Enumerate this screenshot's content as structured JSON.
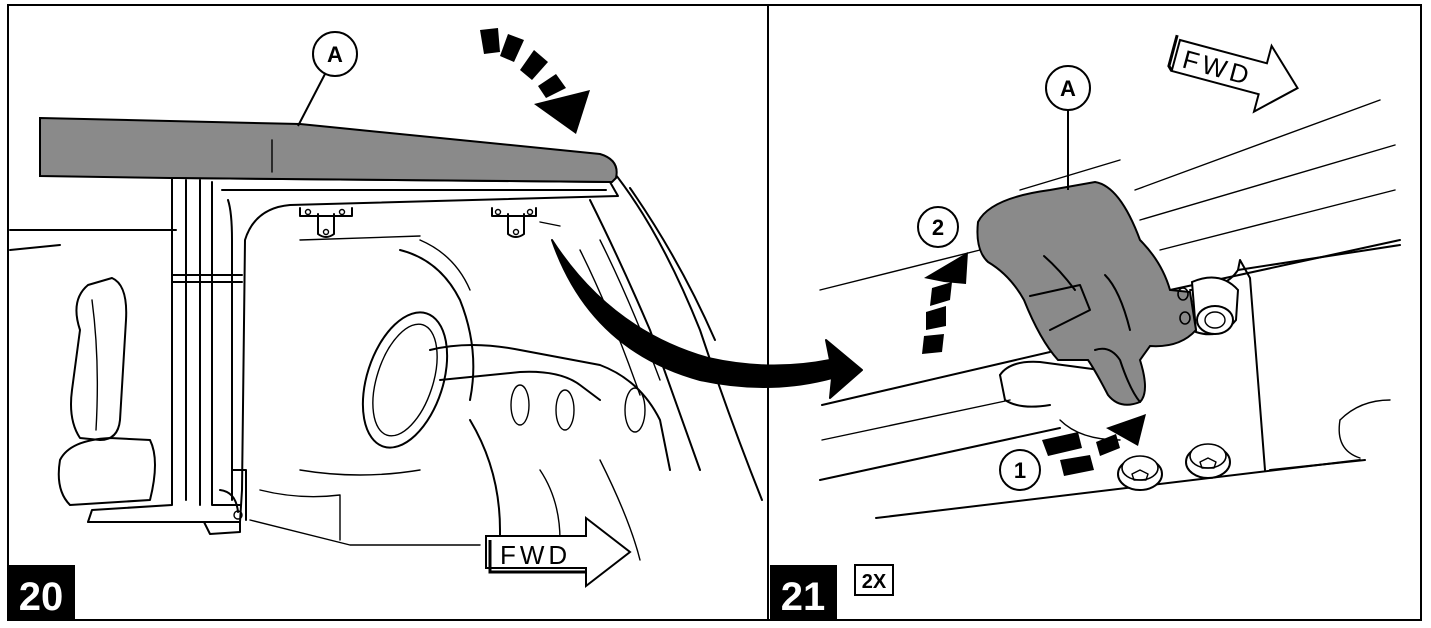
{
  "panels": [
    {
      "step": "20",
      "callout_a": "A",
      "fwd_label": "FWD"
    },
    {
      "step": "21",
      "callout_a": "A",
      "callout_1": "1",
      "callout_2": "2",
      "fwd_label": "FWD",
      "quantity": "2X"
    }
  ]
}
